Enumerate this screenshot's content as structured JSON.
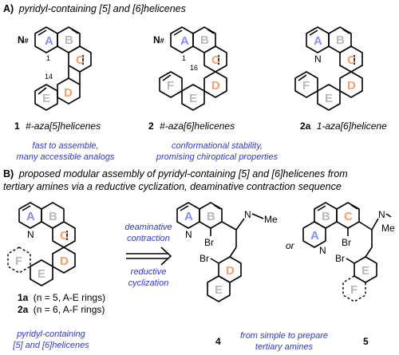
{
  "section_a": {
    "heading_letter": "A)",
    "heading_text": "pyridyl-containing [5] and [6]helicenes"
  },
  "compound1": {
    "number": "1",
    "name": "#-aza[5]helicenes",
    "note_line1": "fast to assemble,",
    "note_line2": "many accessible analogs",
    "n_label": "N",
    "hash": "#",
    "pos1": "1",
    "pos14": "14",
    "rings": [
      "A",
      "B",
      "C",
      "D",
      "E"
    ]
  },
  "compound2": {
    "number": "2",
    "name": "#-aza[6]helicenes",
    "note_line1": "conformational stability,",
    "note_line2": "promising chiroptical properties",
    "n_label": "N",
    "hash": "#",
    "pos1": "1",
    "pos16": "16",
    "rings": [
      "A",
      "B",
      "C",
      "D",
      "E",
      "F"
    ]
  },
  "compound2a": {
    "number": "2a",
    "name": "1-aza[6]helicene",
    "n_label": "N",
    "rings": [
      "A",
      "B",
      "C",
      "D",
      "E",
      "F"
    ]
  },
  "section_b": {
    "heading_letter": "B)",
    "heading_line1": "proposed modular assembly of pyridyl-containing [5] and [6]helicenes from",
    "heading_line2": "tertiary amines via a reductive cyclization, deaminative contraction sequence"
  },
  "scheme": {
    "left_label_1a": "1a",
    "left_label_1a_rest": "(n = 5, A-E rings)",
    "left_label_2a": "2a",
    "left_label_2a_rest": "(n = 6, A-F rings)",
    "left_note_line1": "pyridyl-containing",
    "left_note_line2": "[5] and [6]helicenes",
    "arrow_top1": "deaminative",
    "arrow_top2": "contraction",
    "arrow_bot1": "reductive",
    "arrow_bot2": "cyclization",
    "or_text": "or",
    "cmpd4": "4",
    "cmpd5": "5",
    "bottom_note_line1": "from simple to prepare",
    "bottom_note_line2": "tertiary amines",
    "atom_N": "N",
    "atom_Br": "Br",
    "atom_Me": "Me"
  }
}
